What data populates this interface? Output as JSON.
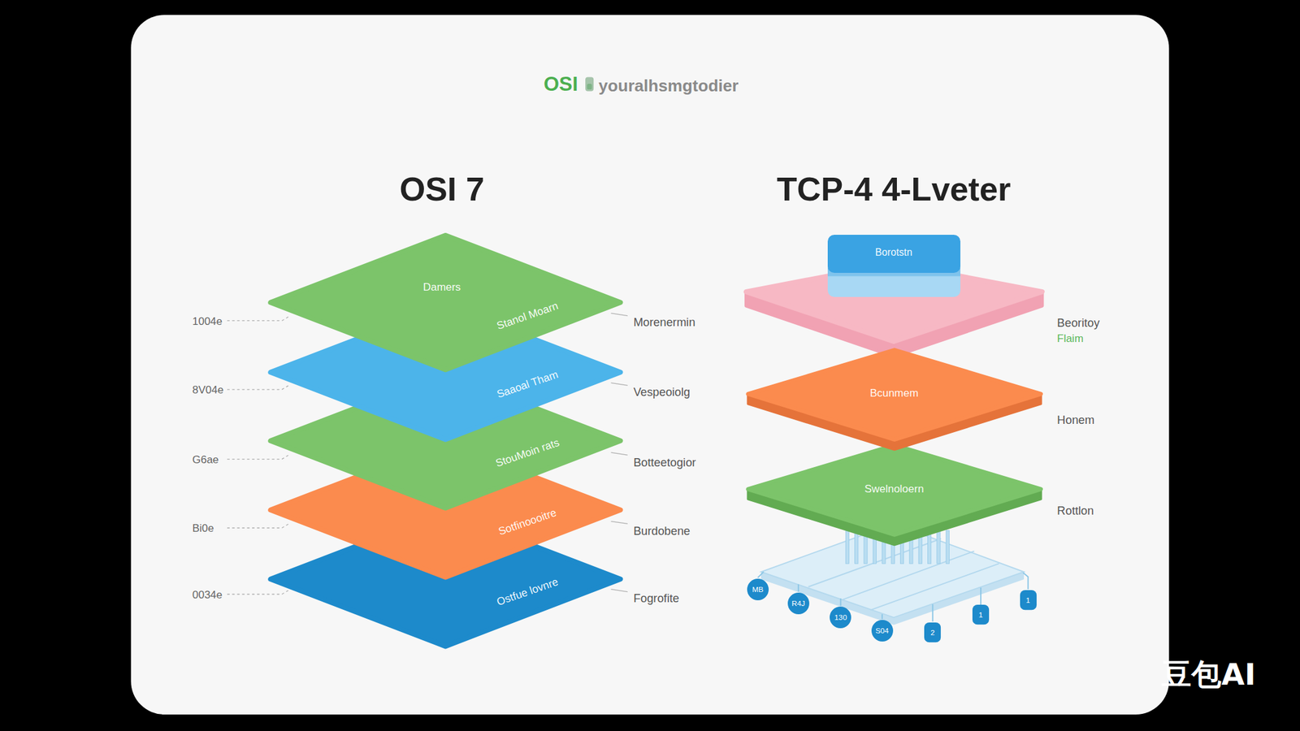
{
  "diagram": {
    "nodes": [
      {
        "text": [
          "Damers",
          "Stanol Moarn"
        ]
      },
      {
        "text": [
          "Saaoal Tham"
        ]
      },
      {
        "text": [
          "StouMoin rats"
        ]
      },
      {
        "text": [
          "Sotfinoooitre"
        ]
      },
      {
        "text": [
          "Ostfue lovnre"
        ]
      },
      {
        "text": [
          "Borotstn"
        ]
      },
      {
        "text": [
          "Bcunmem"
        ]
      },
      {
        "text": [
          "Swelnoloern"
        ]
      },
      {
        "text": [
          "MB"
        ]
      },
      {
        "text": [
          "R4J"
        ]
      },
      {
        "text": [
          "130"
        ]
      },
      {
        "text": [
          "S04"
        ]
      },
      {
        "text": [
          "2"
        ]
      },
      {
        "text": [
          "1"
        ]
      },
      {
        "text": [
          "1"
        ]
      }
    ],
    "labels": [
      "OSI",
      "youralhsmgtodier",
      "OSI 7",
      "TCP-4 4-Lveter",
      "1004e",
      "8V04e",
      "G6ae",
      "Bi0e",
      "0034e",
      "Morenermin",
      "Vespeoiolg",
      "Botteetogior",
      "Burdobene",
      "Fogrofite",
      "Beoritoy",
      "Flaim",
      "Honem",
      "Rottlon",
      "豆包AI"
    ]
  }
}
